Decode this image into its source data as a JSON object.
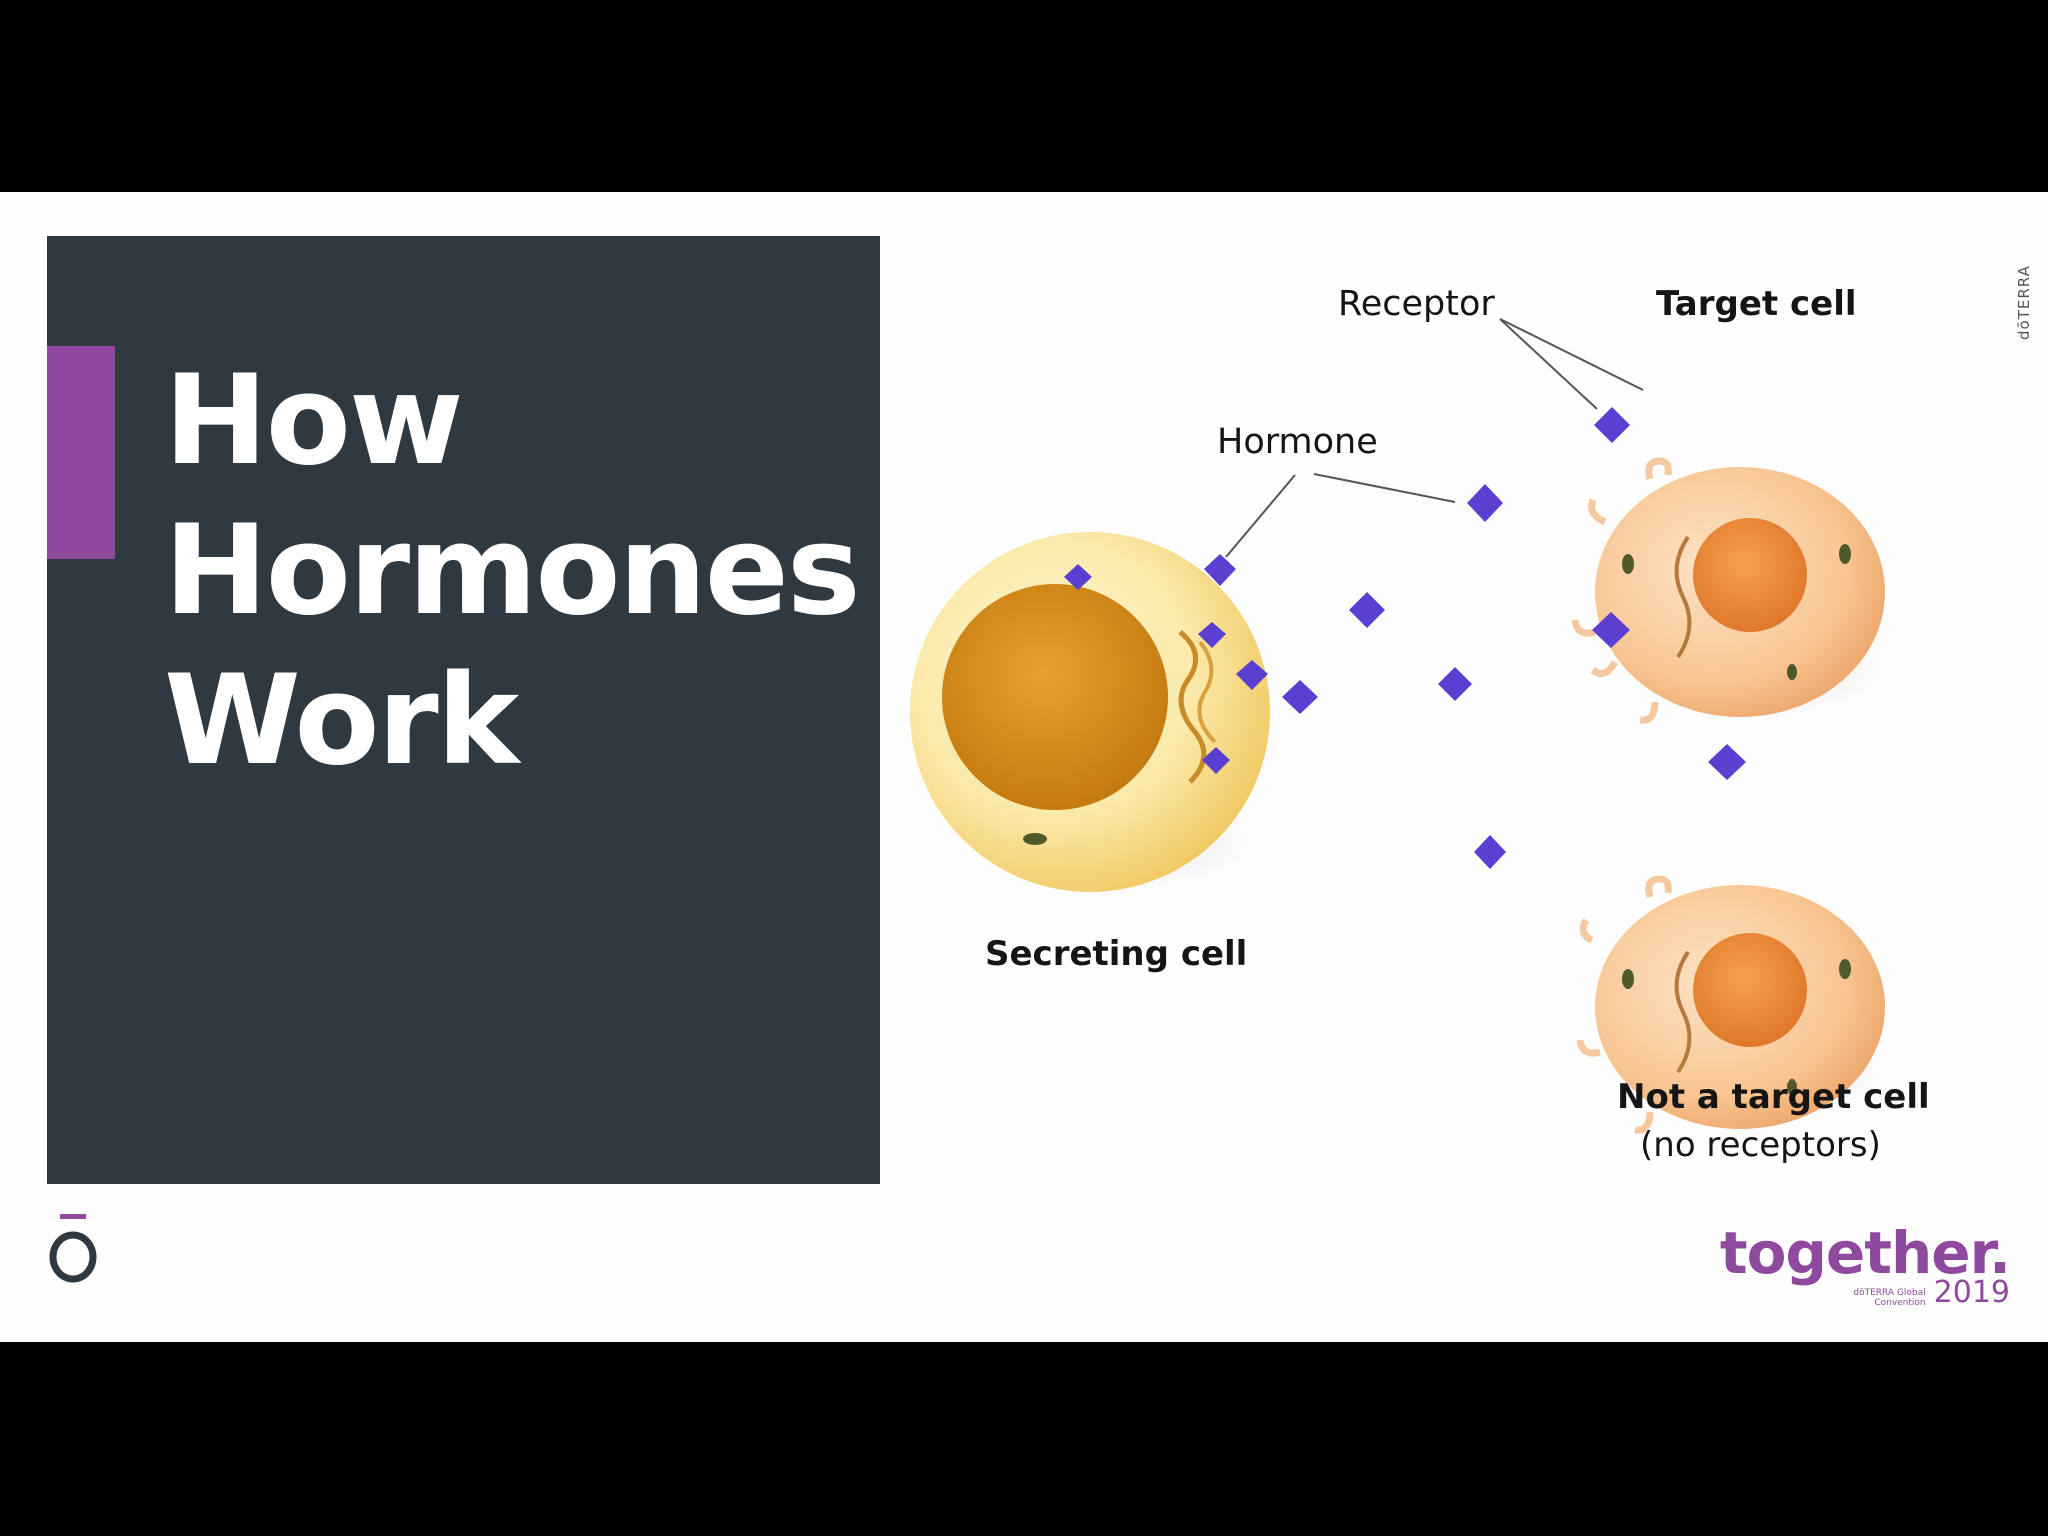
{
  "title": {
    "line1": "How",
    "line2": "Hormones",
    "line3": "Work"
  },
  "diagram": {
    "label_receptor": "Receptor",
    "label_target_cell": "Target cell",
    "label_hormone": "Hormone",
    "label_secreting_cell": "Secreting cell",
    "label_not_target": "Not a target cell",
    "label_no_receptors": "(no receptors)"
  },
  "branding": {
    "vertical_text": "dōTERRA",
    "logo_glyph": "ō",
    "together_word": "together.",
    "together_sub_line1": "dōTERRA Global",
    "together_sub_line2": "Convention",
    "together_year": "2019"
  },
  "colors": {
    "panel": "#2f3942",
    "accent": "#8f4a9f",
    "hormone": "#5a3fd0"
  }
}
